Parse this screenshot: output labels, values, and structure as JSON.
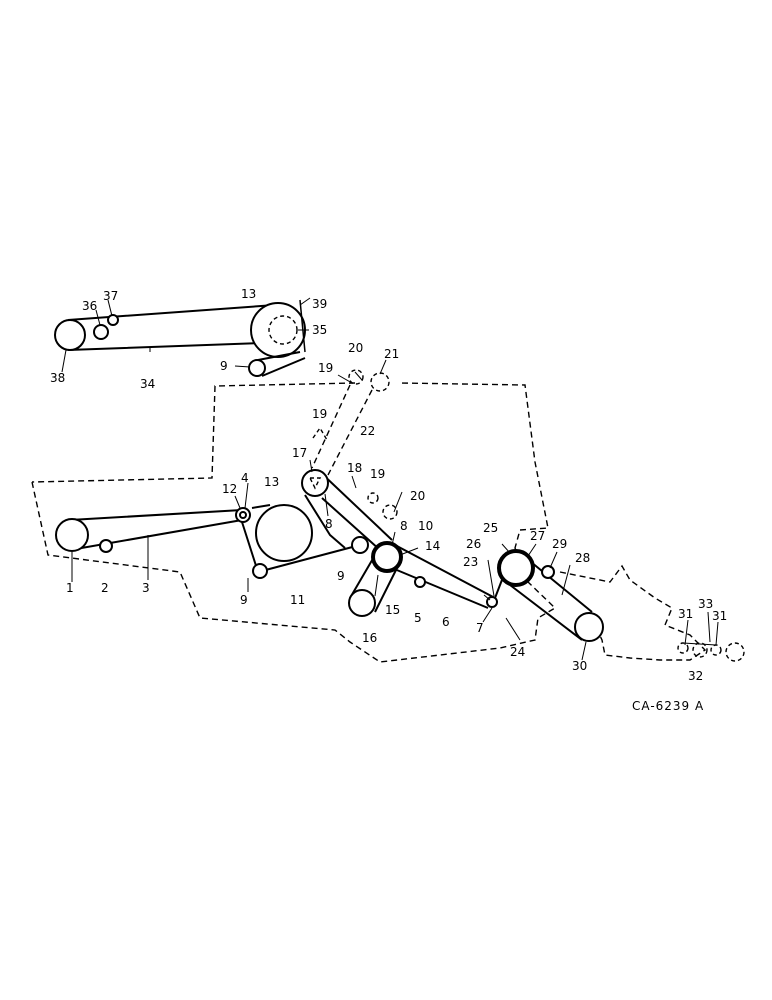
{
  "drawing_ref": "CA-6239 A",
  "callouts": {
    "c1": "1",
    "c2": "2",
    "c3": "3",
    "c4": "4",
    "c5": "5",
    "c6": "6",
    "c7": "7",
    "c8a": "8",
    "c8b": "8",
    "c9a": "9",
    "c9b": "9",
    "c9c": "9",
    "c10": "10",
    "c11": "11",
    "c12": "12",
    "c13a": "13",
    "c13b": "13",
    "c14": "14",
    "c15": "15",
    "c16": "16",
    "c17": "17",
    "c18": "18",
    "c19a": "19",
    "c19b": "19",
    "c19c": "19",
    "c20a": "20",
    "c20b": "20",
    "c21": "21",
    "c22": "22",
    "c23": "23",
    "c24": "24",
    "c25": "25",
    "c26": "26",
    "c27": "27",
    "c28": "28",
    "c29": "29",
    "c30": "30",
    "c31a": "31",
    "c31b": "31",
    "c32": "32",
    "c33": "33",
    "c34": "34",
    "c35": "35",
    "c36": "36",
    "c37": "37",
    "c38": "38",
    "c39": "39"
  }
}
